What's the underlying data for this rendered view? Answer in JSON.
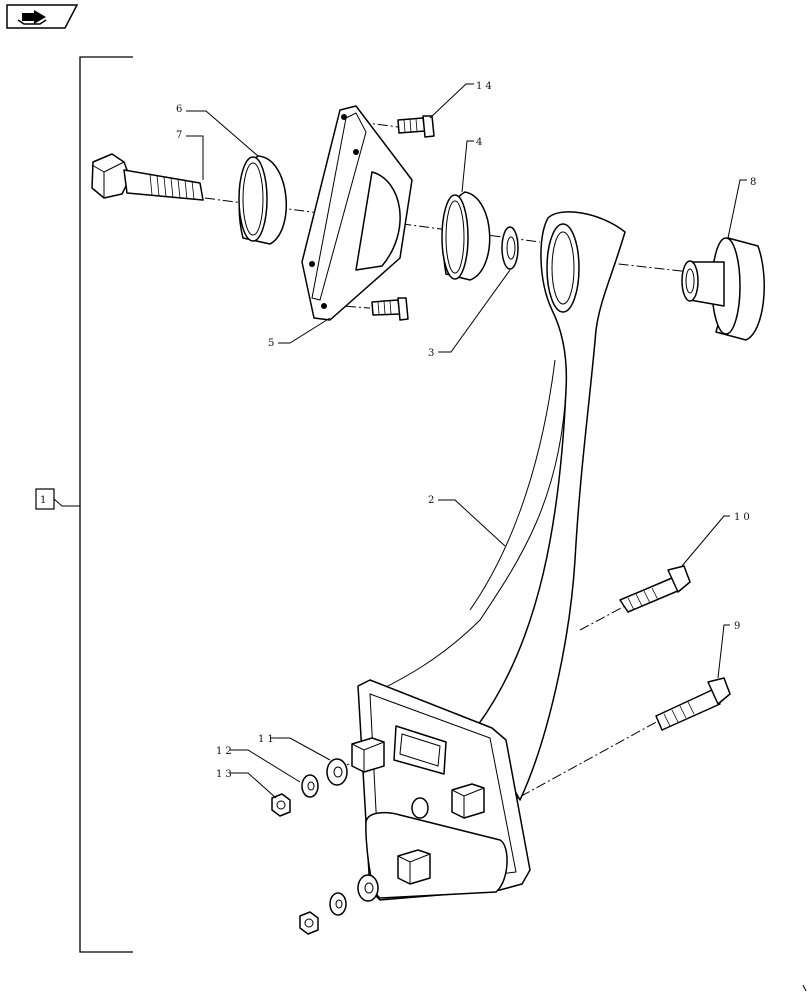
{
  "nav_icon": "exploded-view-nav-icon",
  "assembly_label": "1",
  "callouts": {
    "c2": "2",
    "c3": "3",
    "c4": "4",
    "c5": "5",
    "c6": "6",
    "c7": "7",
    "c8": "8",
    "c9": "9",
    "c10": "10",
    "c11": "11",
    "c12": "12",
    "c13": "13",
    "c14": "14"
  }
}
